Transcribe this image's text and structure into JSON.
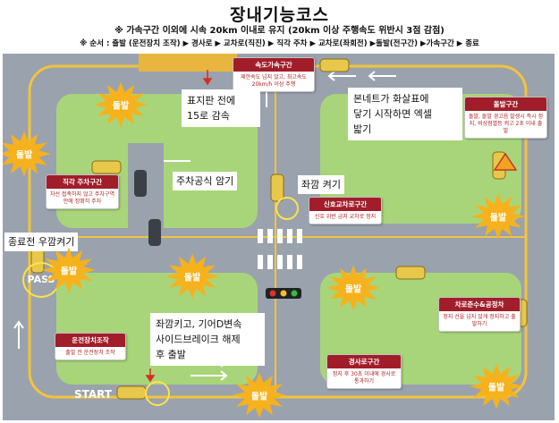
{
  "header": {
    "title": "장내기능코스",
    "subtitle": "※ 가속구간 이외에 시속 20km 이내로 유지 (20km 이상 주행속도 위반시 3점 감점)",
    "order": "※ 순서 : 출발 (운전장치 조작) ▶ 경사로 ▶ 교차로(직진) ▶ 직각 주차 ▶ 교차로(좌회전) ▶돌발(전구간) ▶가속구간 ▶ 종료"
  },
  "panels": {
    "accel": {
      "title": "속도가속구간",
      "body": "제한속도 넘지 않고, 최고속도 20km/h 이상 주행"
    },
    "emergency": {
      "title": "돌발구간",
      "body": "돌발, 돌발 경고음 발생시 즉시 정지, 비상점멸등 켜고 2초 이내 출발"
    },
    "parking": {
      "title": "직각 주차구간",
      "body": "차선 접촉하지 않고 주차구역 안에 정확히 주차"
    },
    "signal": {
      "title": "신호교차로구간",
      "body": "신호 위반 금지 교차로 정지"
    },
    "lane": {
      "title": "차로준수&공정차",
      "body": "정지 선을 넘지 않게 정지하고 출발하기"
    },
    "control": {
      "title": "운전장치조작",
      "body": "출발 전 운전장치 조작"
    },
    "slope": {
      "title": "경사로구간",
      "body": "정지 후 30초 이내에 경사로 통과하기"
    }
  },
  "notes": {
    "slow_down": "표지판 전에\n15로 감속",
    "accelerate": "본네트가 화살표에\n닿기 시작하면 엑셀\n밟기",
    "parking_tip": "주차공식 암기",
    "left_signal": "좌깜 켜기",
    "right_signal": "종료전 우깜켜기",
    "start_tip": "좌깜키고, 기어D변속\n사이드브레이크 해제\n후 출발"
  },
  "emergency_label": "돌발",
  "markers": {
    "pass": "PASS",
    "start": "START"
  },
  "colors": {
    "road": "#9aa2ae",
    "lane_line": "#f2c43c",
    "grass": "#a9d57a",
    "panel_header": "#a11d2a",
    "starburst": "#f6b21d",
    "note_arrow": "#d43020"
  }
}
